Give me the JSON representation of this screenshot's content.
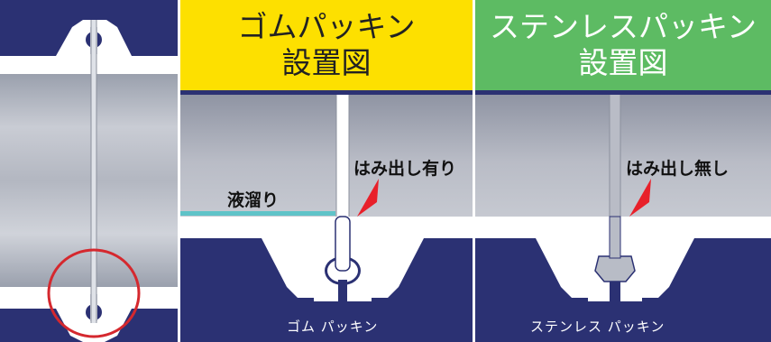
{
  "colors": {
    "navy": "#2b3173",
    "rubber_header": "#fde000",
    "stainless_header": "#5dbb63",
    "pipe": "#b4b8c3",
    "liquid_line": "#5fc3c8",
    "red_marker": "#e8202a",
    "circle": "#d5282e"
  },
  "panels": {
    "rubber": {
      "title_line1": "ゴムパッキン",
      "title_line2": "設置図",
      "protrusion_label": "はみ出し有り",
      "liquid_label": "液溜り",
      "caption": "ゴム パッキン"
    },
    "stainless": {
      "title_line1": "ステンレスパッキン",
      "title_line2": "設置図",
      "protrusion_label": "はみ出し無し",
      "caption": "ステンレス パッキン"
    }
  }
}
